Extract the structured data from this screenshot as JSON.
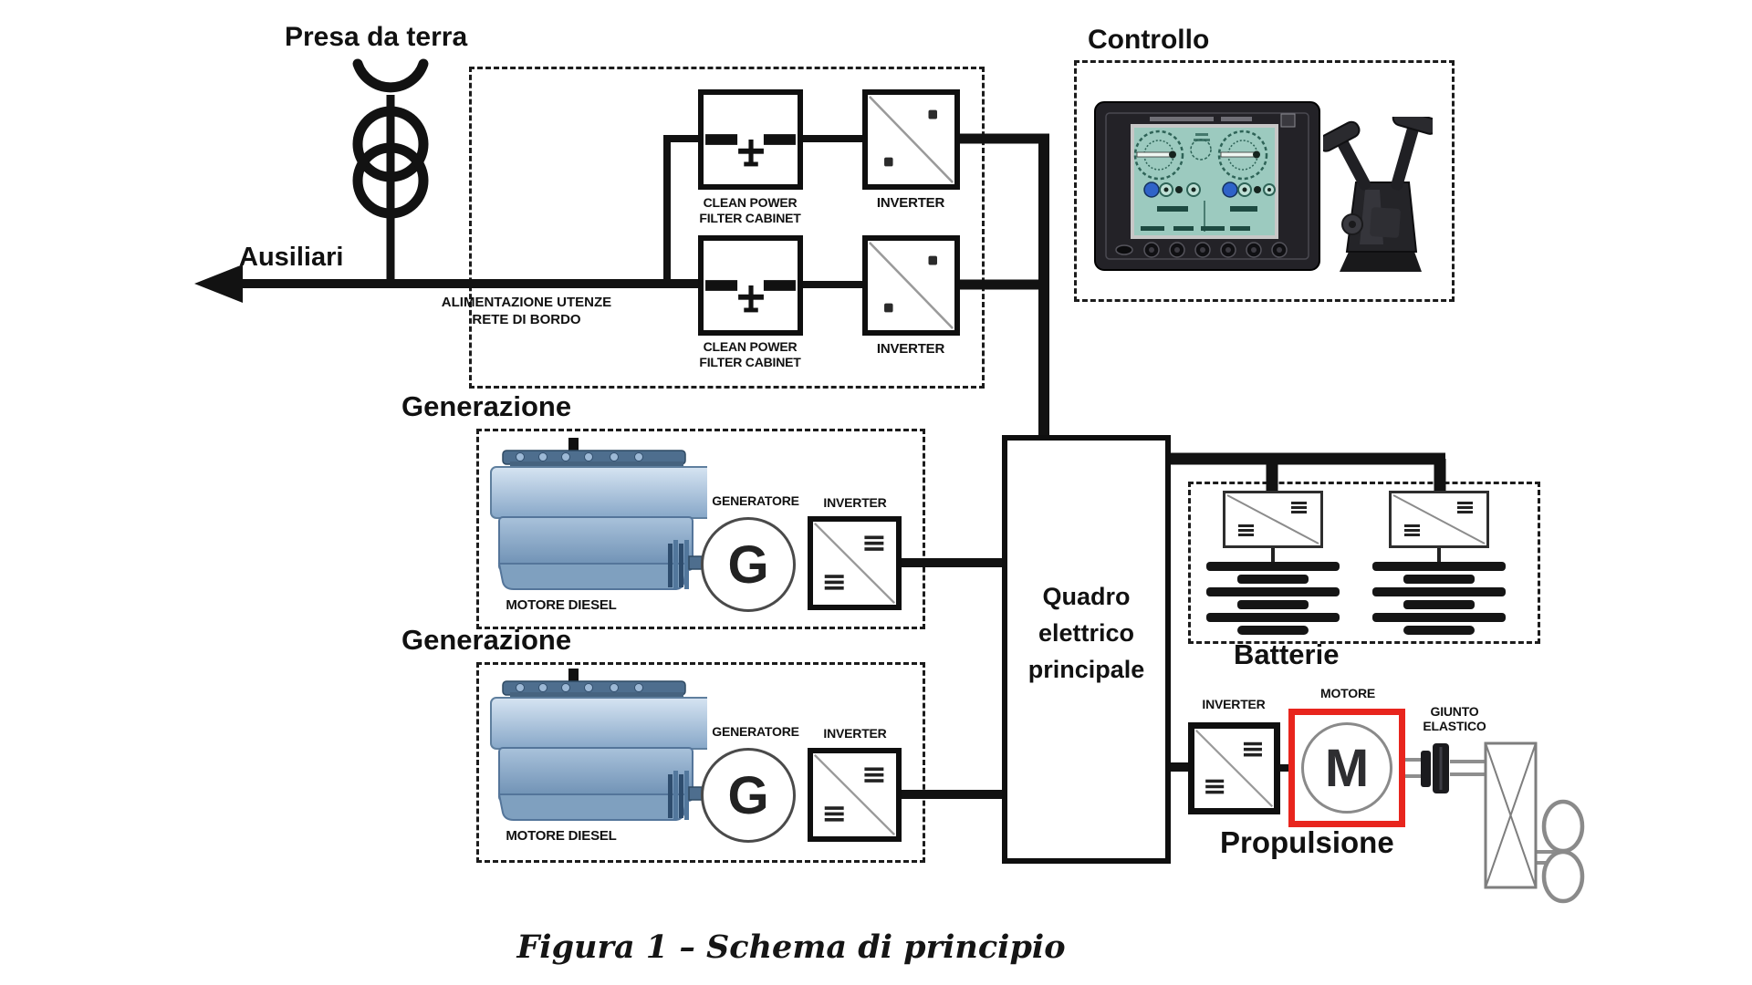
{
  "labels": {
    "presa_da_terra": "Presa da terra",
    "ausiliari": "Ausiliari",
    "alimentazione_1": "ALIMENTAZIONE UTENZE",
    "alimentazione_2": "RETE DI BORDO",
    "clean_power_1": "CLEAN POWER",
    "clean_power_2": "FILTER CABINET",
    "inverter": "INVERTER",
    "controllo": "Controllo",
    "generazione": "Generazione",
    "motore_diesel": "MOTORE DIESEL",
    "generatore": "GENERATORE",
    "g": "G",
    "quadro_1": "Quadro",
    "quadro_2": "elettrico",
    "quadro_3": "principale",
    "batterie": "Batterie",
    "motore": "MOTORE",
    "m": "M",
    "giunto_1": "GIUNTO",
    "giunto_2": "ELASTICO",
    "propulsione": "Propulsione",
    "caption": "Figura 1 – Schema di principio"
  },
  "colors": {
    "line": "#111111",
    "accent_red": "#e8251d",
    "engine_blue": "#9db9d6",
    "screen_teal": "#9ccabf"
  }
}
